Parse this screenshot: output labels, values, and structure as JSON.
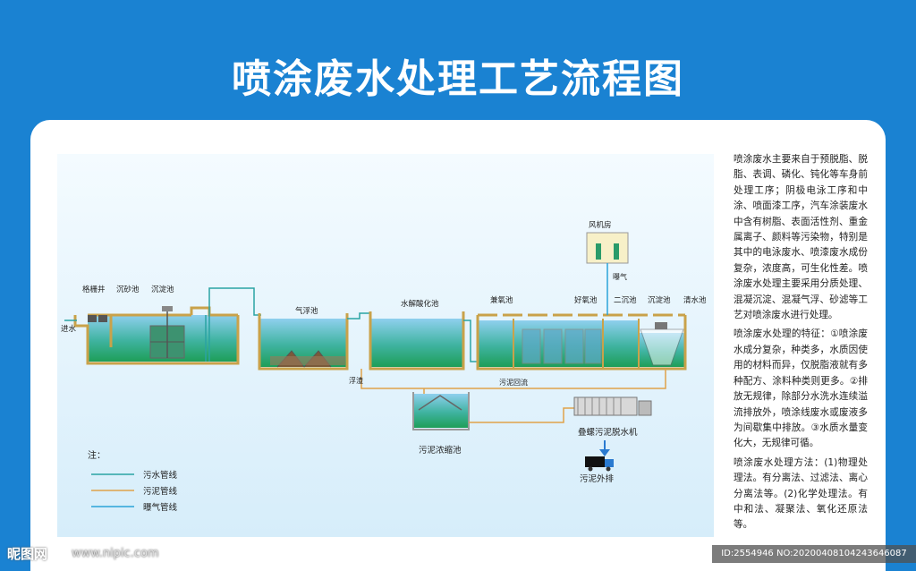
{
  "title": "喷涂废水处理工艺流程图",
  "labels": {
    "grating_well": "格栅井",
    "grit_tank": "沉砂池",
    "settling_tank1": "沉淀池",
    "inlet": "进水",
    "air_flotation": "气浮池",
    "hydrolysis": "水解酸化池",
    "anoxic": "兼氧池",
    "aerobic": "好氧池",
    "secondary_settling": "二沉池",
    "settling_tank2": "沉淀池",
    "clear_water": "清水池",
    "blower_room": "风机房",
    "aeration": "曝气",
    "scum": "浮渣",
    "sludge_return": "污泥回流",
    "sludge_thickener": "污泥浓缩池",
    "screw_press": "叠螺污泥脱水机",
    "sludge_out": "污泥外排"
  },
  "legend": {
    "title": "注：",
    "items": [
      {
        "label": "污水管线",
        "color": "#2aa3a3"
      },
      {
        "label": "污泥管线",
        "color": "#e0a24a"
      },
      {
        "label": "曝气管线",
        "color": "#2aa3d8"
      }
    ]
  },
  "description": {
    "p1": "喷涂废水主要来自于预脱脂、脱脂、表调、磷化、钝化等车身前处理工序；阴极电泳工序和中涂、喷面漆工序，汽车涂装废水中含有树脂、表面活性剂、重金属离子、颜料等污染物，特别是其中的电泳废水、喷漆废水成份复杂，浓度高，可生化性差。喷涂废水处理主要采用分质处理、混凝沉淀、混凝气浮、砂滤等工艺对喷涂废水进行处理。",
    "p2": "喷涂废水处理的特征：①喷涂废水成分复杂，种类多，水质因使用的材料而异，仅脱脂液就有多种配方、涂料种类则更多。②排放无规律，除部分水洗水连续溢流排放外，喷涂线废水或废液多为间歇集中排放。③水质水量变化大，无规律可循。",
    "p3": "喷涂废水处理方法：(1)物理处理法。有分离法、过滤法、离心分离法等。(2)化学处理法。有中和法、凝聚法、氧化还原法等。"
  },
  "watermark": {
    "logo": "昵图网",
    "url": "www.nipic.com",
    "id": "ID:2554946 NO:20200408104243646087"
  },
  "colors": {
    "background": "#1a82d2",
    "water_top": "#7cc6ea",
    "water_bottom": "#1e9e58",
    "tank_wall": "#c9a24a"
  }
}
